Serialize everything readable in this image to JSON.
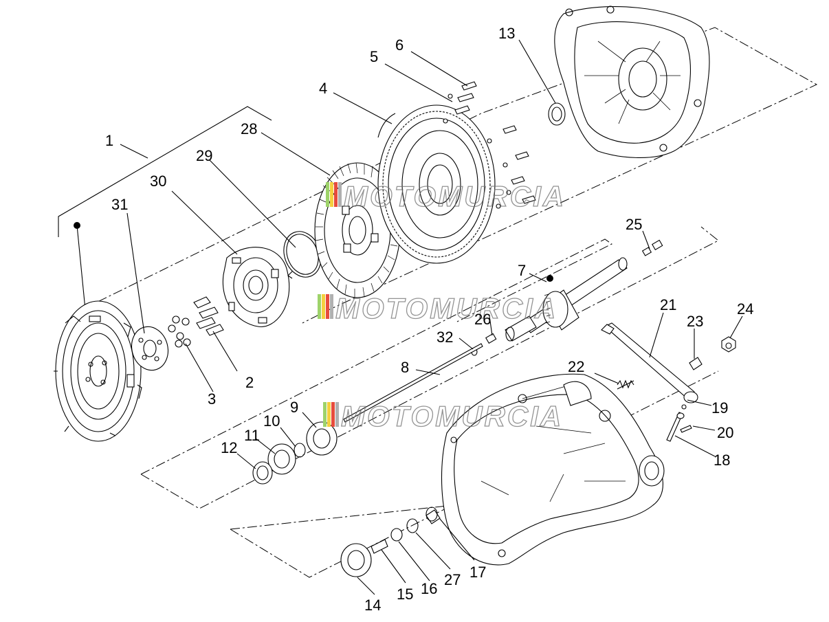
{
  "watermark": {
    "text": "MOTOMURCIA",
    "colors": [
      "#9ed36a",
      "#f4d03f",
      "#e74c3c",
      "#b0b0b0"
    ]
  },
  "labels": {
    "p1": "1",
    "p2": "2",
    "p3": "3",
    "p4": "4",
    "p5": "5",
    "p6": "6",
    "p7": "7",
    "p8": "8",
    "p9": "9",
    "p10": "10",
    "p11": "11",
    "p12": "12",
    "p13": "13",
    "p14": "14",
    "p15": "15",
    "p16": "16",
    "p17": "17",
    "p18": "18",
    "p19": "19",
    "p20": "20",
    "p21": "21",
    "p22": "22",
    "p23": "23",
    "p24": "24",
    "p25": "25",
    "p26": "26",
    "p27": "27",
    "p28": "28",
    "p29": "29",
    "p30": "30",
    "p31": "31",
    "p32": "32"
  }
}
